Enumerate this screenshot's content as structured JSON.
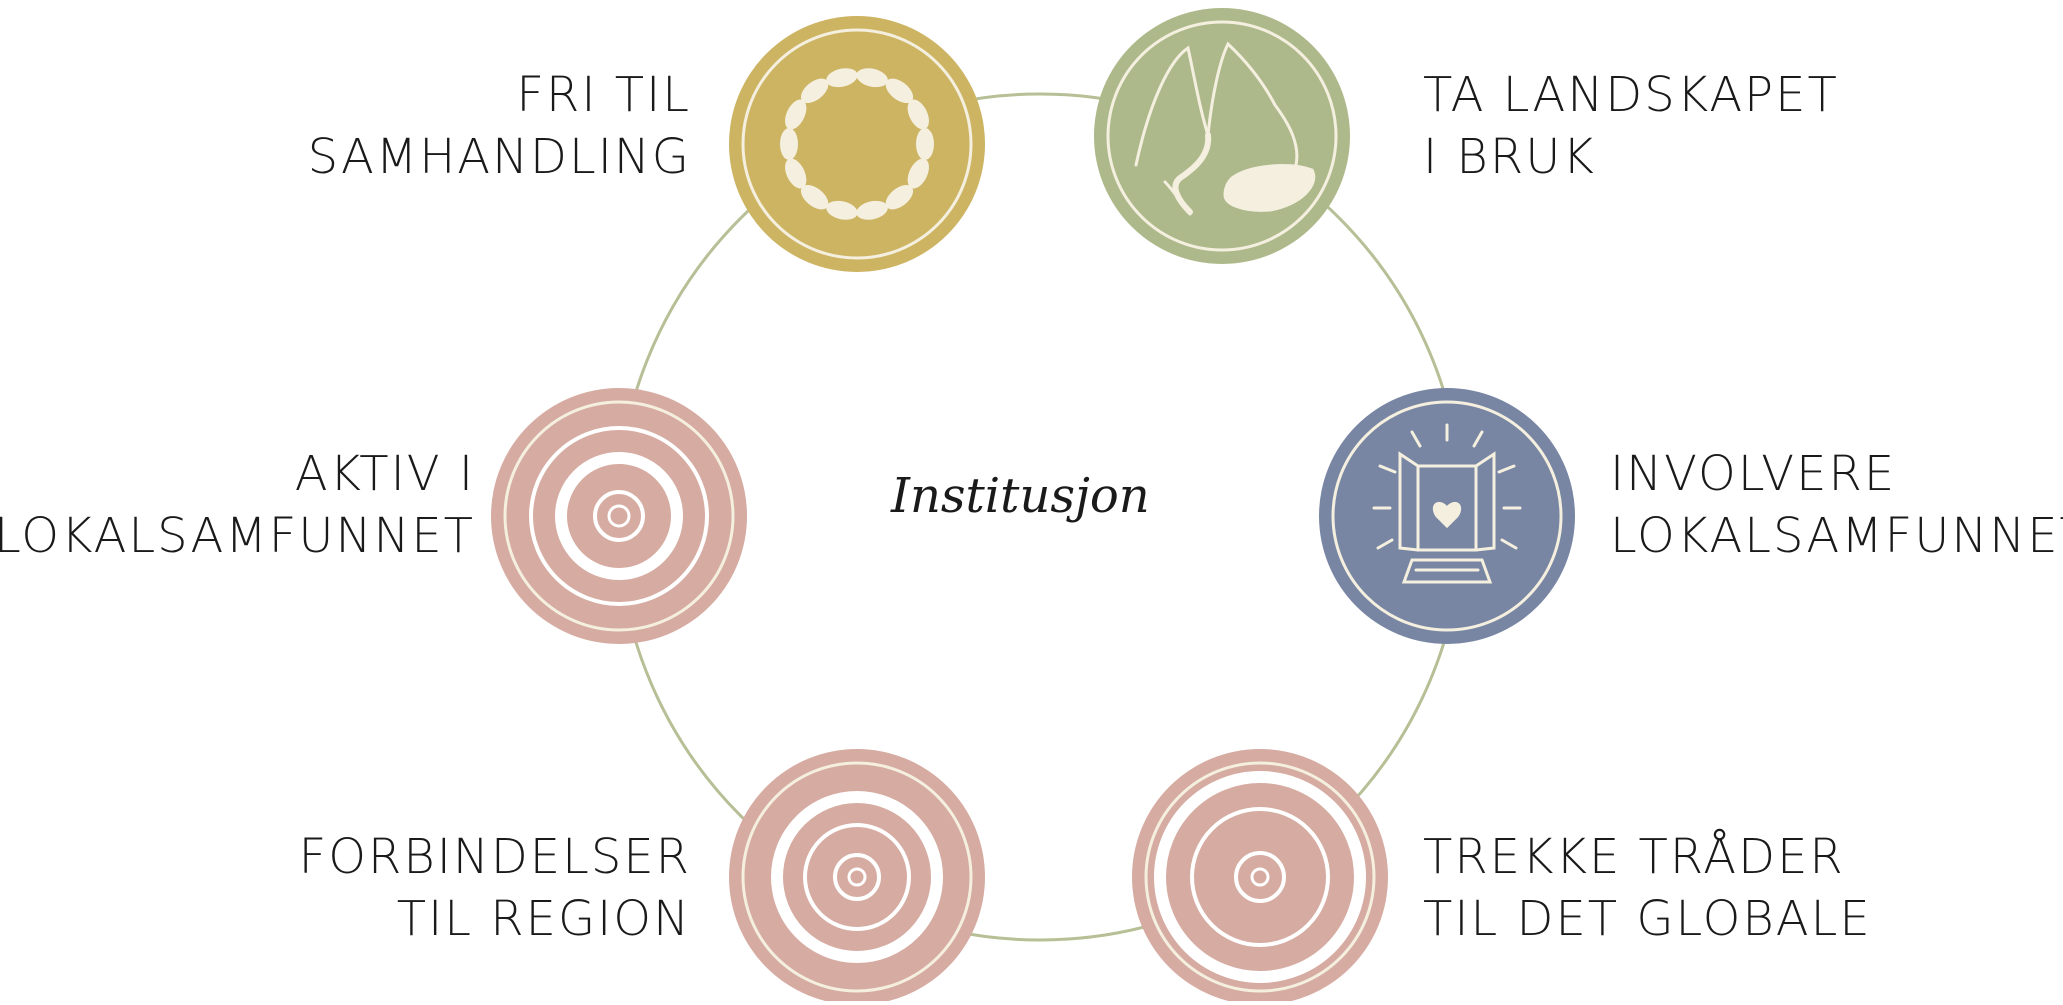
{
  "center": {
    "label": "Institusjon"
  },
  "nodes": [
    {
      "id": "fri-til-samhandling",
      "lines": [
        "FRI TIL",
        "SAMHANDLING"
      ],
      "color": "#cdb462",
      "icon": "ring-of-beads-icon"
    },
    {
      "id": "ta-landskapet-i-bruk",
      "lines": [
        "TA LANDSKAPET",
        "I BRUK"
      ],
      "color": "#adb98a",
      "icon": "landscape-icon"
    },
    {
      "id": "involvere-lokalsamfunnet",
      "lines": [
        "INVOLVERE",
        "LOKALSAMFUNNET"
      ],
      "color": "#7886a3",
      "icon": "open-door-heart-icon"
    },
    {
      "id": "trekke-trader-til-det-globale",
      "lines": [
        "TREKKE TRÅDER",
        "TIL DET GLOBALE"
      ],
      "color": "#d6aba1",
      "icon": "concentric-rings-icon"
    },
    {
      "id": "forbindelser-til-region",
      "lines": [
        "FORBINDELSER",
        "TIL REGION"
      ],
      "color": "#d6aba1",
      "icon": "concentric-rings-icon"
    },
    {
      "id": "aktiv-i-lokalsamfunnet",
      "lines": [
        "AKTIV I",
        "LOKALSAMFUNNET"
      ],
      "color": "#d6aba1",
      "icon": "concentric-rings-icon"
    }
  ],
  "colors": {
    "cycle_ring": "#b6bf95",
    "text": "#1a1a1a",
    "highlight": "#f4efdf"
  }
}
